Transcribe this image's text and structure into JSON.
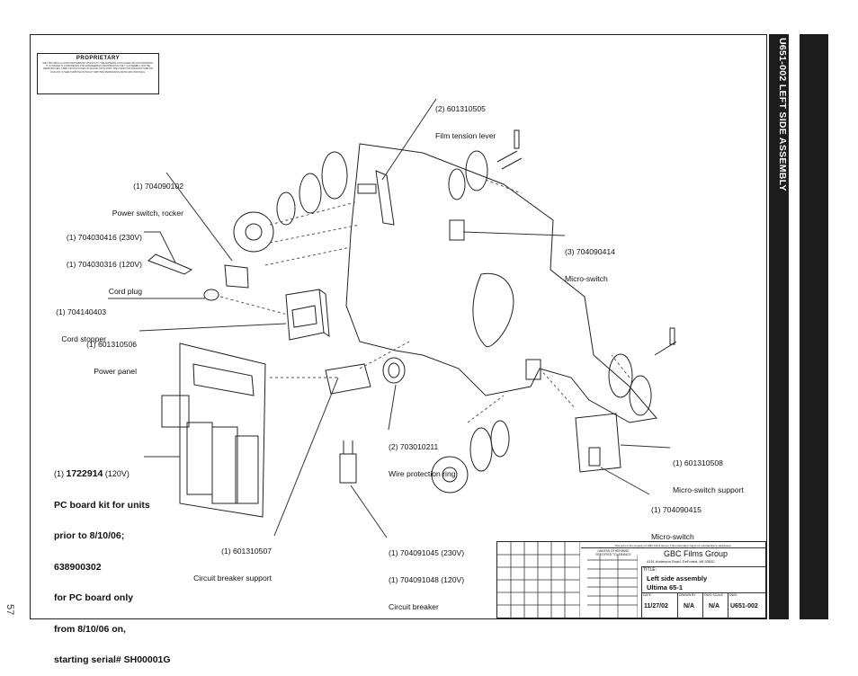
{
  "page": {
    "side_title": "U651-002 LEFT SIDE ASSEMBLY",
    "page_number": "57"
  },
  "proprietary": {
    "title": "PROPRIETARY",
    "text": "GBC PROTECH CLAIMS PROPRIETARY RIGHTS TO THE MATERIAL DISCLOSED ON THIS DRAWING. IT IS ISSUED IN CONFIDENCE FOR ENGINEERING INFORMATION ONLY & ASSEMBLY, NOT BE REPRODUCED. USED OR DISCLOSED IN WHOLE OR IN PART. ARE USED FOR MANUFACTURE OR FOR ANY OTHER PURPOSE WITHOUT WRITTEN PERMISSION FROM GBC PROTECH."
  },
  "parts": [
    {
      "line1": "(2) 601310505",
      "line2": "Film tension lever"
    },
    {
      "line1": "(1) 704090102",
      "line2": "Power switch, rocker"
    },
    {
      "line1": "(1) 704030416 (230V)",
      "line2": "(1) 704030316 (120V)",
      "line3": "Cord plug"
    },
    {
      "line1": "(3) 704090414",
      "line2": "Micro-switch"
    },
    {
      "line1": "(1) 704140403",
      "line2": "Cord stopper"
    },
    {
      "line1": "(1) 601310506",
      "line2": "Power panel"
    },
    {
      "line1": "(2) 703010211",
      "line2": "Wire protection ring"
    },
    {
      "line1": "(1) 601310508",
      "line2": "Micro-switch support"
    },
    {
      "line1": "(1) 704090415",
      "line2": "Micro-switch"
    },
    {
      "line1": "(1) 601310507",
      "line2": "Circuit breaker support"
    },
    {
      "line1": "(1) 704091045 (230V)",
      "line2": "(1) 704091048 (120V)",
      "line3": "Circuit breaker"
    }
  ],
  "pc_board": {
    "prefix": "(1) ",
    "part": "1722914",
    "suffix": " (120V)",
    "line2": "PC board kit for units",
    "line3": "prior to 8/10/06;",
    "line4": "638900302",
    "line5": "for PC board only",
    "line6": "from 8/10/06 on,",
    "line7": "starting serial# SH00001G"
  },
  "title_block": {
    "notice": "This print is the property of GBC Films Group. This information herein is confidential to addressee.",
    "tolerance_head": "UNLESS OTHERWISE SPECIFIED TOLERANCE",
    "company": "GBC Films Group",
    "address": "4151 Anderson Road, DeForest, WI 53532",
    "title_label": "TITLE:",
    "title_line1": "Left side assembly",
    "title_line2": "Ultima 65-1",
    "date_label": "DATE",
    "drawn_label": "DRAWN BY",
    "scale_label": "DWG SCALE",
    "dwg_label": "DWG",
    "date": "11/27/02",
    "drawn_by": "N/A",
    "scale": "N/A",
    "dwg": "U651-002"
  }
}
